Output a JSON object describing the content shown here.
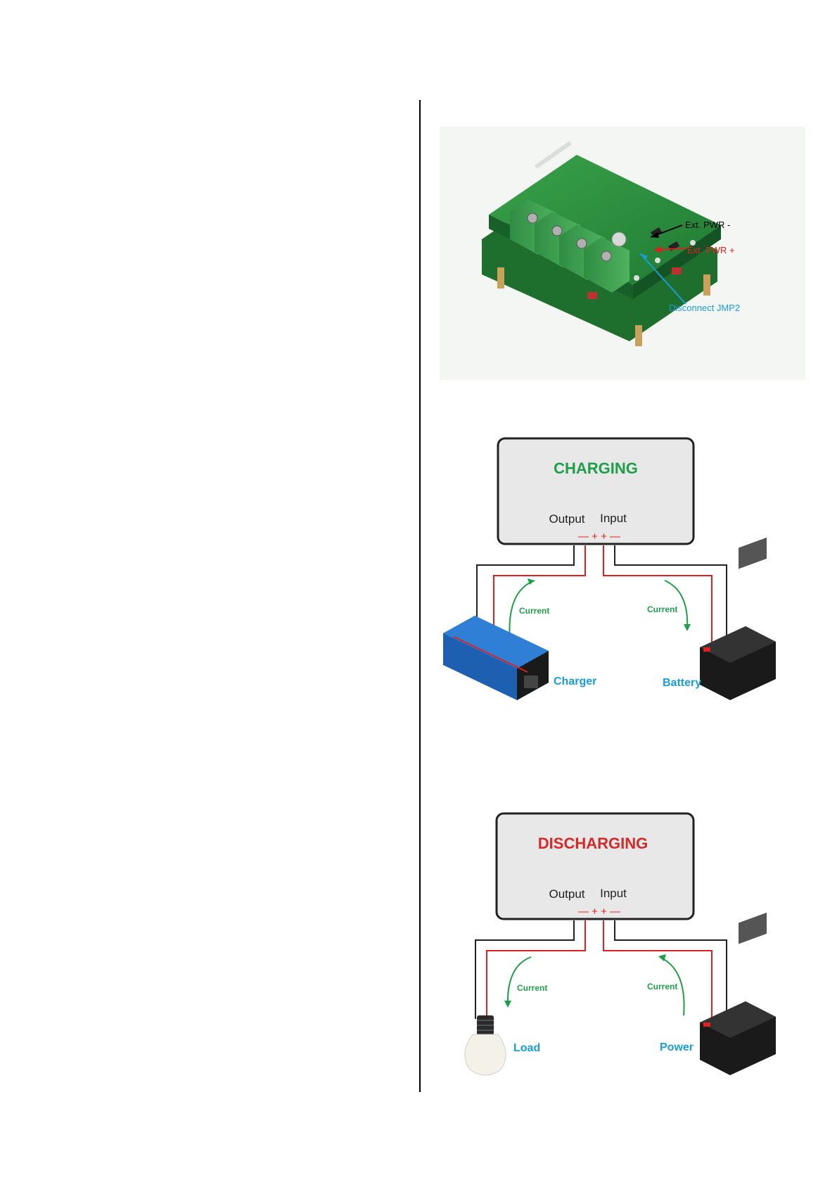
{
  "photo": {
    "labels": {
      "ext_pwr_minus": "Ext. PWR -",
      "ext_pwr_plus": "Ext. PWR +",
      "disconnect_jmp2": "Disconnect JMP2"
    }
  },
  "charging": {
    "title": "CHARGING",
    "output_label": "Output",
    "input_label": "Input",
    "terminals": "— + + —",
    "current_left": "Current",
    "current_right": "Current",
    "left_device": "Charger",
    "right_device": "Battery"
  },
  "discharging": {
    "title": "DISCHARGING",
    "output_label": "Output",
    "input_label": "Input",
    "terminals": "— + + —",
    "current_left": "Current",
    "current_right": "Current",
    "left_device": "Load",
    "right_device": "Power"
  },
  "colors": {
    "board_green": "#2e8b3a",
    "charging_title": "#1f9e4a",
    "discharging_title": "#d42a2a",
    "wire_red": "#e02020",
    "wire_black": "#222222",
    "label_blue": "#1a9cd8",
    "arrow_green": "#1f9e4a"
  },
  "icons": [
    "pcb-board-photo",
    "charger-icon",
    "battery-icon",
    "light-bulb-icon"
  ]
}
